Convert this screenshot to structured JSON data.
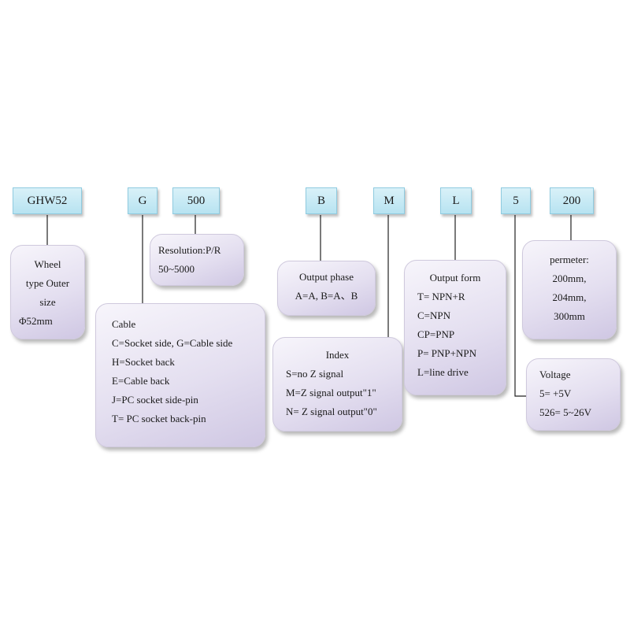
{
  "codes": {
    "model": "GHW52",
    "cable": "G",
    "resolution": "500",
    "phase": "B",
    "index": "M",
    "output": "L",
    "voltage": "5",
    "perimeter": "200"
  },
  "boxes": {
    "wheel": [
      "Wheel",
      "type Outer",
      "size",
      "Φ52mm"
    ],
    "resolution": [
      "Resolution:P/R",
      "50~5000"
    ],
    "cable": [
      "Cable",
      "C=Socket side, G=Cable side",
      "H=Socket back",
      "E=Cable back",
      "J=PC socket side-pin",
      "T= PC socket back-pin"
    ],
    "phase": [
      "Output phase",
      "A=A, B=A、B"
    ],
    "index": [
      "Index",
      "S=no Z signal",
      "M=Z signal output\"1\"",
      "N= Z signal output\"0\""
    ],
    "output": [
      "Output form",
      "T= NPN+R",
      "C=NPN",
      "CP=PNP",
      "P= PNP+NPN",
      "L=line drive"
    ],
    "perimeter": [
      "permeter:",
      "200mm,",
      "204mm,",
      "300mm"
    ],
    "voltage": [
      "Voltage",
      "5= +5V",
      "526= 5~26V"
    ]
  }
}
